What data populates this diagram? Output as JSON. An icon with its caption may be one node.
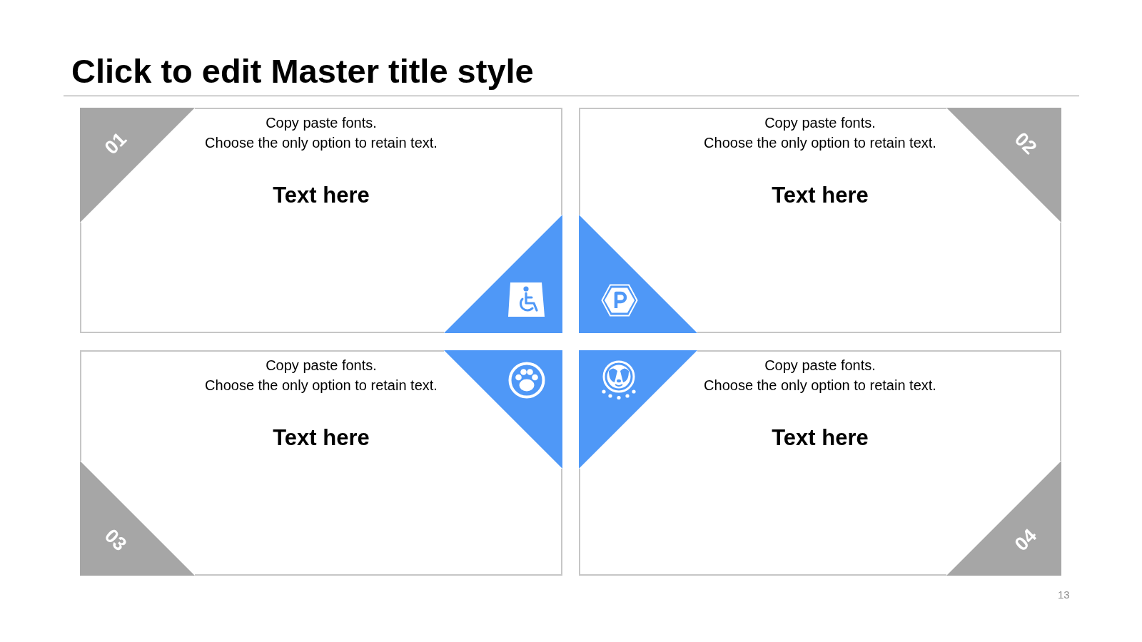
{
  "diagram": {
    "title": "Click to edit Master title style",
    "nodes": [
      {
        "text": [
          "Copy paste fonts. Choose the only option to retain text.",
          "Text here"
        ]
      },
      {
        "text": [
          "01"
        ],
        "in": 0
      },
      {
        "text": [],
        "shape": "triangle",
        "in": 0
      },
      {
        "text": [
          "Copy paste fonts. Choose the only option to retain text.",
          "Text here"
        ]
      },
      {
        "text": [
          "02"
        ],
        "in": 3
      },
      {
        "text": [],
        "shape": "triangle",
        "in": 3
      },
      {
        "text": [
          "Copy paste fonts. Choose the only option to retain text.",
          "Text here"
        ]
      },
      {
        "text": [
          "03"
        ],
        "in": 6
      },
      {
        "text": [],
        "shape": "triangle",
        "in": 6
      },
      {
        "text": [
          "Copy paste fonts. Choose the only option to retain text.",
          "Text here"
        ]
      },
      {
        "text": [
          "04"
        ],
        "in": 9
      },
      {
        "text": [],
        "shape": "triangle",
        "in": 9
      }
    ],
    "labels": [
      "13"
    ]
  }
}
